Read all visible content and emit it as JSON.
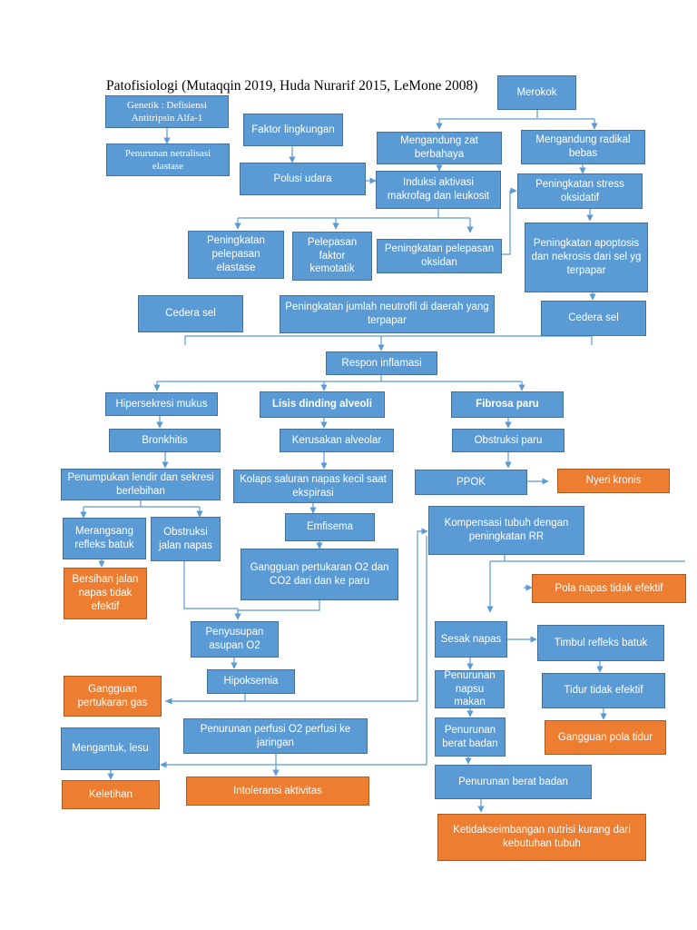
{
  "title": "Patofisiologi (Mutaqqin 2019, Huda Nurarif 2015, LeMone 2008)",
  "colors": {
    "node_fill": "#5b9bd5",
    "node_border": "#41719c",
    "diagnosis_fill": "#ed7d31",
    "diagnosis_border": "#ae5a21",
    "connector": "#5b9bd5"
  },
  "nodes": {
    "genetik": "Genetik : Defisiensi Antitripsin Alfa-1",
    "penurunan_netralisasi": "Penurunan netralisasi elastase",
    "faktor_lingkungan": "Faktor lingkungan",
    "polusi_udara": "Polusi udara",
    "merokok": "Merokok",
    "zat_berbahaya": "Mengandung zat berbahaya",
    "radikal_bebas": "Mengandung radikal bebas",
    "induksi_aktivasi": "Induksi aktivasi makrofag dan leukosit",
    "stress_oksidatif": "Peningkatan stress oksidatif",
    "pelepasan_elastase": "Peningkatan pelepasan elastase",
    "faktor_kemotatik": "Pelepasan faktor kemotatik",
    "pelepasan_oksidan": "Peningkatan pelepasan oksidan",
    "apoptosis": "Peningkatan apoptosis dan nekrosis dari sel yg terpapar",
    "cedera_sel_left": "Cedera sel",
    "neutrofil": "Peningkatan jumlah neutrofil di daerah yang terpapar",
    "cedera_sel_right": "Cedera sel",
    "respon_inflamasi": "Respon inflamasi",
    "hipersekresi": "Hipersekresi mukus",
    "lisis": "Lisis dinding alveoli",
    "fibrosa": "Fibrosa paru",
    "bronkhitis": "Bronkhitis",
    "kerusakan_alveolar": "Kerusakan alveolar",
    "obstruksi_paru": "Obstruksi paru",
    "penumpukan_lendir": "Penumpukan lendir dan sekresi berlebihan",
    "kolaps": "Kolaps saluran napas kecil saat ekspirasi",
    "ppok": "PPOK",
    "nyeri_kronis": "Nyeri kronis",
    "refleks_batuk": "Merangsang refleks batuk",
    "obstruksi_jalan": "Obstruksi jalan napas",
    "emfisema": "Emfisema",
    "kompensasi": "Kompensasi tubuh dengan peningkatan RR",
    "bersihan": "Bersihan jalan napas tidak efektif",
    "gangguan_o2": "Gangguan pertukaran O2 dan CO2 dari dan ke paru",
    "pola_napas": "Pola napas tidak efektif",
    "penyusupan": "Penyusupan asupan O2",
    "sesak": "Sesak napas",
    "timbul_batuk": "Timbul refleks batuk",
    "hipoksemia": "Hipoksemia",
    "gangguan_pertukaran": "Gangguan pertukaran gas",
    "nafsu_makan": "Penurunan napsu makan",
    "tidur_tidak_efektif": "Tidur tidak efektif",
    "mengantuk": "Mengantuk, lesu",
    "perfusi": "Penurunan perfusi  O2 perfusi ke jaringan",
    "bb_small": "Penurunan berat badan",
    "gangguan_tidur": "Gangguan pola tidur",
    "bb_wide": "Penurunan berat badan",
    "keletihan": "Keletihan",
    "intoleransi": "Intoleransi aktivitas",
    "nutrisi": "Ketidakseimbangan nutrisi kurang dari kebutuhan tubuh"
  }
}
